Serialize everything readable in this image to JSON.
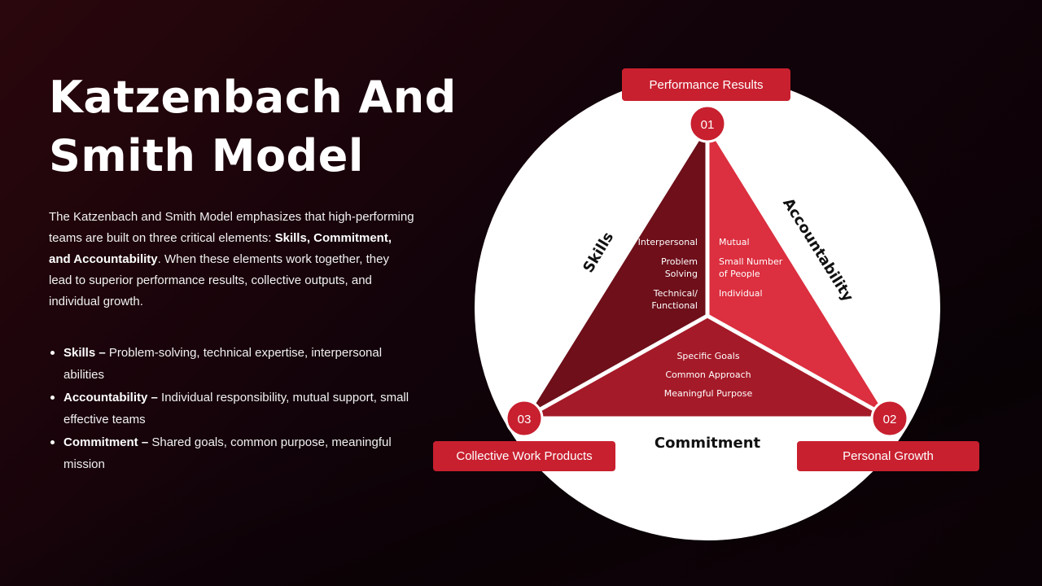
{
  "title_line1": "Katzenbach And",
  "title_line2": "Smith Model",
  "intro": {
    "p1": "The Katzenbach and Smith Model emphasizes that high-performing teams are built on three critical elements: ",
    "bold": "Skills, Commitment, and Accountability",
    "p2": ". When these elements work together, they lead to superior performance results, collective outputs, and individual growth."
  },
  "bullets": [
    {
      "term": "Skills",
      "sep": " – ",
      "desc": "Problem-solving, technical expertise, interpersonal abilities"
    },
    {
      "term": "Accountability",
      "sep": " – ",
      "desc": "Individual responsibility, mutual support, small effective teams"
    },
    {
      "term": "Commitment",
      "sep": " – ",
      "desc": "Shared goals, common purpose, meaningful mission"
    }
  ],
  "diagram": {
    "labels": {
      "top": "Performance Results",
      "left": "Collective Work Products",
      "right": "Personal Growth"
    },
    "nodes": {
      "n1": "01",
      "n2": "02",
      "n3": "03"
    },
    "sides": {
      "skills": "Skills",
      "accountability": "Accountability",
      "commitment": "Commitment"
    },
    "skills_items": [
      "Interpersonal",
      "Problem",
      "Solving",
      "Technical/",
      "Functional"
    ],
    "accountability_items": [
      "Mutual",
      "Small Number",
      "of People",
      "Individual"
    ],
    "commitment_items": [
      "Specific Goals",
      "Common Approach",
      "Meaningful Purpose"
    ],
    "colors": {
      "left_panel": "#6e0f1a",
      "right_panel": "#dc2f3f",
      "bottom_panel": "#a51a28",
      "accent": "#c8202f",
      "circle": "#ffffff"
    }
  }
}
